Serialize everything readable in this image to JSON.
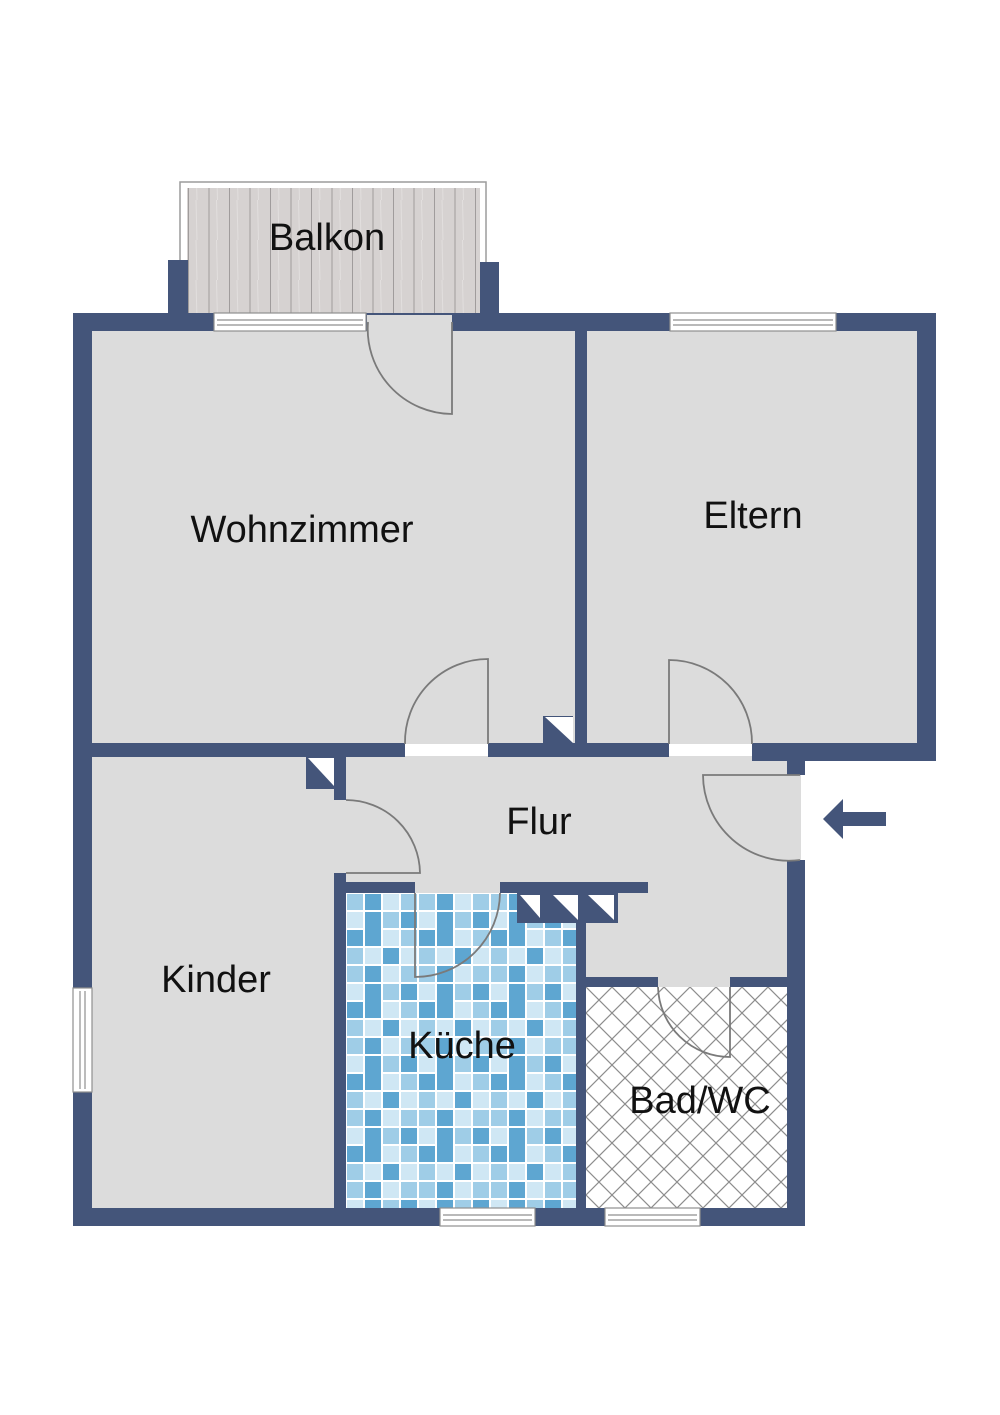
{
  "floorplan": {
    "colors": {
      "wall": "#44557a",
      "floor": "#dcdcdc",
      "balcony": "#d4d0cf",
      "kitchen_tile_light": "#cfe7f4",
      "kitchen_tile_mid": "#9fcde7",
      "kitchen_tile_dark": "#5ea6d1",
      "bath_floor": "#ffffff",
      "door_line": "#7a7a7a",
      "label": "#111111"
    },
    "rooms": [
      {
        "id": "balkon",
        "label": "Balkon"
      },
      {
        "id": "wohnzimmer",
        "label": "Wohnzimmer"
      },
      {
        "id": "eltern",
        "label": "Eltern"
      },
      {
        "id": "flur",
        "label": "Flur"
      },
      {
        "id": "kinder",
        "label": "Kinder"
      },
      {
        "id": "kueche",
        "label": "Küche"
      },
      {
        "id": "bad",
        "label": "Bad/WC"
      }
    ],
    "entrance": {
      "icon": "arrow-left-icon"
    }
  }
}
